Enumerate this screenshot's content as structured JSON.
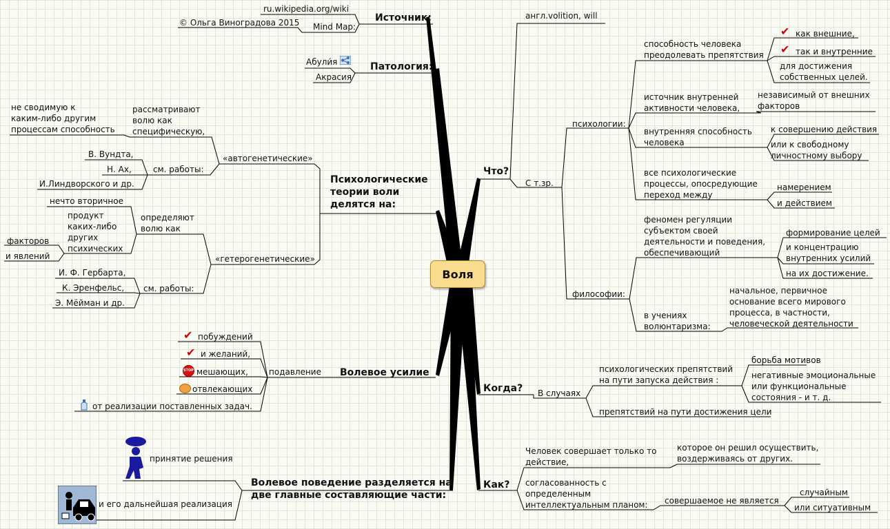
{
  "central": "Воля",
  "branches": {
    "source": {
      "title": "Источник:",
      "items": [
        "ru.wikipedia.org/wiki",
        "Mind Map:",
        "© Ольга Виноградова 2015"
      ]
    },
    "pathology": {
      "title": "Патология:",
      "items": [
        "Абули́я",
        "Акрасия"
      ]
    },
    "theories": {
      "title": [
        "Психологические",
        "теории воли",
        "делятся на:"
      ],
      "auto": {
        "label": "«автогенетические»",
        "views": [
          "рассматривают",
          "волю как",
          "специфическую,"
        ],
        "irreducible": [
          "не сводимую к",
          "каким-либо другим",
          "процессам способность"
        ],
        "works_label": "см. работы:",
        "works": [
          "В. Вундта,",
          "Н. Ах,",
          "И.Линдворского и др."
        ]
      },
      "hetero": {
        "label": "«гетерогенетические»",
        "defines": [
          "определяют",
          "волю как"
        ],
        "secondary": "нечто вторичное",
        "product": [
          "продукт",
          "каких-либо",
          "других",
          "психических"
        ],
        "factors": "факторов",
        "phenomena": "и явлений",
        "works_label": "см. работы:",
        "works": [
          "И. Ф. Гербарта,",
          "К. Эренфельс,",
          "Э. Мёйман и др."
        ]
      }
    },
    "effort": {
      "title": "Волевое усилие",
      "suppression": "подавление",
      "items": [
        "побуждений",
        "и желаний,",
        "мешающих,",
        "отвлекающих",
        "от реализации поставленных задач."
      ]
    },
    "behavior": {
      "title": [
        "Волевое поведение разделяется на",
        "две главные составляющие части:"
      ],
      "items": [
        "принятие решения",
        "и его дальнейшая реализация"
      ]
    },
    "what": {
      "title": "Что?",
      "english": "англ.volition, will",
      "viewpoint": "С т.зр.",
      "psychology": {
        "label": "психологии:",
        "ability": [
          "способность человека",
          "преодолевать препятствия"
        ],
        "external": "как внешние,",
        "internal": "так и внутренние",
        "goals": [
          "для достижения",
          "собственных целей."
        ],
        "source": [
          "источник внутренней",
          "активности человека,"
        ],
        "independent": [
          "независимый от внешних",
          "факторов"
        ],
        "inner": [
          "внутренняя способность",
          "человека"
        ],
        "to_action": "к совершению действия",
        "free_choice": [
          "или к свободному",
          "личностному выбору"
        ],
        "processes": [
          " все психологические",
          "процессы, опосредующие",
          "переход между"
        ],
        "intention": "намерением",
        "action": "и действием"
      },
      "philosophy": {
        "label": "философии:",
        "phenomenon": [
          "феномен регуляции",
          "субъектом своей",
          "деятельности и поведения,",
          "обеспечивающий"
        ],
        "goal_forming": "формирование целей",
        "concentration": [
          "и концентрацию",
          "внутренних усилий"
        ],
        "achievement": "на их достижение.",
        "voluntarism": [
          "в учениях",
          "волюнтаризма:"
        ],
        "basis": [
          "начальное, первичное",
          "основание всего мирового",
          "процесса, в частности,",
          "человеческой деятельности"
        ]
      }
    },
    "when": {
      "title": "Когда?",
      "cases": "В случаях",
      "start_obstacles": [
        "психологических препятствий",
        "на пути запуска действия :"
      ],
      "motive_fight": "борьба мотивов",
      "negative": [
        "негативные эмоциональные",
        "или функциональные",
        "состояния - и т. д."
      ],
      "goal_obstacles": "препятствий на пути достижения цели"
    },
    "how": {
      "title": "Как?",
      "performs": [
        "Человек совершает только то",
        "действие,"
      ],
      "decided": [
        "которое он решил осуществить,",
        "воздерживаясь от других."
      ],
      "consistency": [
        "согласованность с",
        "определенным",
        "интеллектуальным планом:"
      ],
      "not_is": "совершаемое не является",
      "random": "случайным",
      "situational": "или ситуативным"
    }
  },
  "colors": {
    "central_fill": "#f9dc8d",
    "lines": "#000000",
    "check": "#d00000"
  }
}
